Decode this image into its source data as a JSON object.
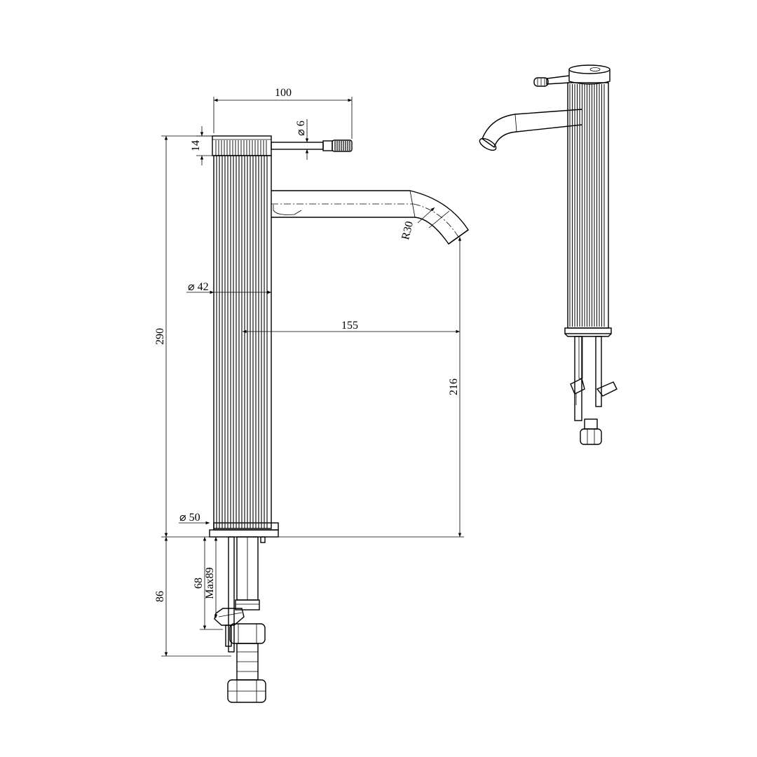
{
  "dimensions": {
    "top_width": "100",
    "handle_diameter": "⌀ 6",
    "handle_height": "14",
    "spout_radius": "R30",
    "body_diameter": "⌀ 42",
    "spout_reach": "155",
    "total_height": "290",
    "spout_height": "216",
    "base_diameter": "⌀ 50",
    "below_deck": "86",
    "tail_length": "68",
    "max_deck": "Max89"
  },
  "colors": {
    "line": "#000000",
    "background": "#ffffff"
  }
}
